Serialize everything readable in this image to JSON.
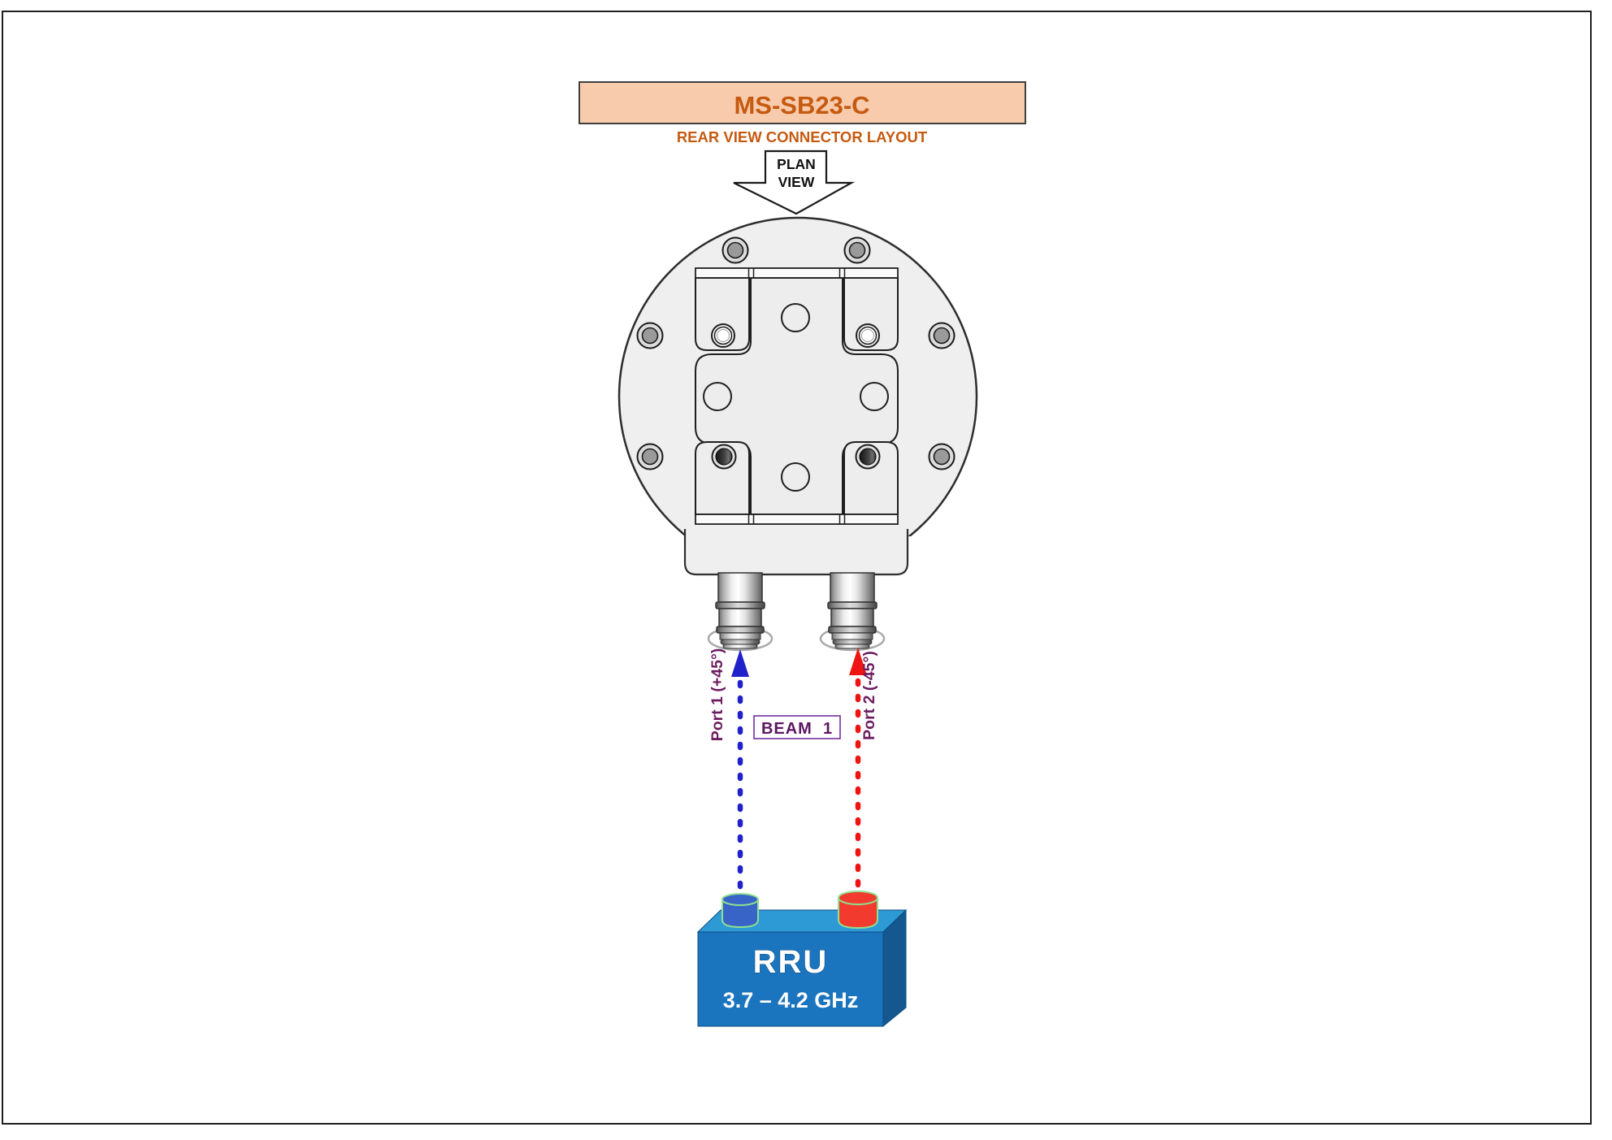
{
  "page": {
    "background": "#ffffff",
    "border_color": "#1f1f1f"
  },
  "header": {
    "model": "MS-SB23-C",
    "subtitle": "REAR VIEW CONNECTOR LAYOUT",
    "box_fill": "#F8CBAD",
    "box_border": "#3F3F3F",
    "text_color": "#C55A11"
  },
  "plan_view": {
    "line1": "PLAN",
    "line2": "VIEW"
  },
  "device": {
    "body_fill": "#EFEFEF",
    "plate_fill": "#EDEDED",
    "outline_color": "#2E2E2E"
  },
  "ports": {
    "label_color": "#6C1D5F",
    "port1": {
      "label": "Port 1 (+45°)",
      "arrow_color": "#2121CC"
    },
    "port2": {
      "label": "Port 2 (-45°)",
      "arrow_color": "#EE1411"
    }
  },
  "beam": {
    "label": "BEAM  1",
    "border_color": "#7030A0",
    "text_color": "#5C1762"
  },
  "rru": {
    "name": "RRU",
    "freq_range": "3.7 – 4.2 GHz",
    "text_color": "#FFFFFF",
    "front_fill": "#1B74BE",
    "top_fill": "#2D9AD6",
    "side_fill": "#14588F",
    "port1_cyl_fill": "#3864C8",
    "port2_cyl_fill": "#F23B2E",
    "cyl_rim_color": "#8FE08F"
  }
}
